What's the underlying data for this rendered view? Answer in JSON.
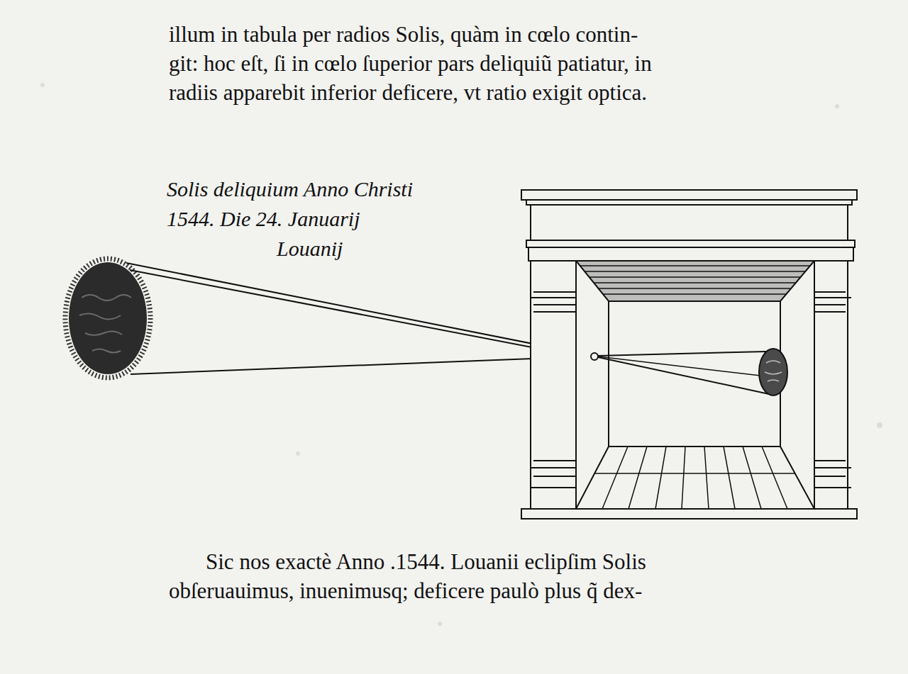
{
  "diagram": {
    "labels": [
      "illum in tabula per radios Solis, quàm in cœlo contin- git: hoc eſt, ſi in cœlo ſuperior pars deliquiũ patiatur, in radiis apparebit inferior deficere, vt ratio exigit optica.",
      "Solis deliquium Anno Christi 1544. Die 24. Januarij Louanij",
      "Sic nos exactè Anno .1544. Louanii eclipſim Solis obſeruauimus, inuenimusq; deficere paulò plus q̃ dex-"
    ]
  }
}
